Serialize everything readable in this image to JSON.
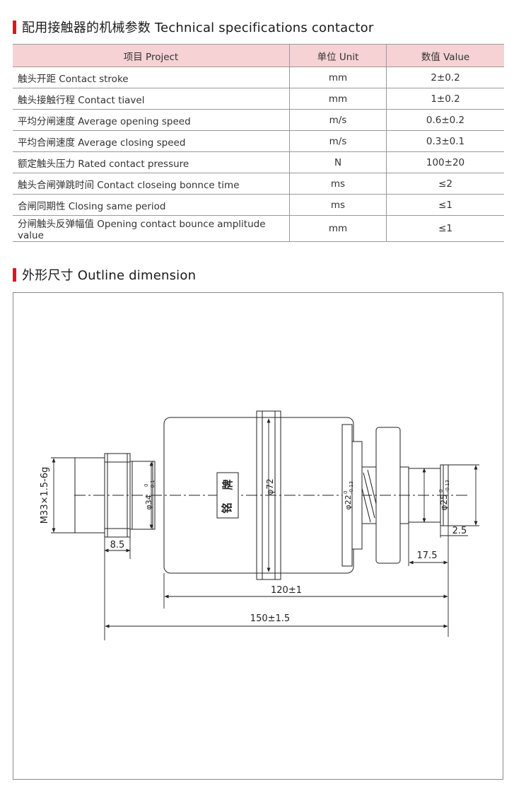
{
  "spec_section": {
    "title": "配用接触器的机械参数 Technical specifications contactor"
  },
  "table": {
    "headers": [
      "项目 Project",
      "单位 Unit",
      "数值 Value"
    ],
    "rows": [
      {
        "name": "触头开距 Contact stroke",
        "unit": "mm",
        "value": "2±0.2"
      },
      {
        "name": "触头接触行程 Contact tiavel",
        "unit": "mm",
        "value": "1±0.2"
      },
      {
        "name": "平均分闸速度 Average opening speed",
        "unit": "m/s",
        "value": "0.6±0.2"
      },
      {
        "name": "平均合闸速度 Average closing speed",
        "unit": "m/s",
        "value": "0.3±0.1"
      },
      {
        "name": "额定触头压力 Rated contact pressure",
        "unit": "N",
        "value": "100±20"
      },
      {
        "name": "触头合闸弹跳时间 Contact closeing bonnce time",
        "unit": "ms",
        "value": "≤2"
      },
      {
        "name": "合闸同期性 Closing same period",
        "unit": "ms",
        "value": "≤1"
      },
      {
        "name": "分闸触头反弹幅值 Opening contact bounce amplitude value",
        "unit": "mm",
        "value": "≤1"
      }
    ]
  },
  "outline_section": {
    "title": "外形尺寸 Outline dimension"
  },
  "drawing": {
    "thread_label": "M33×1.5-6g",
    "dim_8_5": "8.5",
    "d34_main": "φ34",
    "d34_tol_upper": "0",
    "d34_tol_lower": "-0.1",
    "nameplate_char1": "铭",
    "nameplate_char2": "牌",
    "d72": "φ72",
    "d22_main": "φ22",
    "d22_tol_upper": "0",
    "d22_tol_lower": "-0.13",
    "d25_main": "φ25",
    "d25_tol_upper": "0",
    "d25_tol_lower": "-0.13",
    "dim_2_5": "2.5",
    "dim_17_5": "17.5",
    "dim_120": "120±1",
    "dim_150": "150±1.5"
  },
  "colors": {
    "accent": "#d9191e",
    "header_bg": "#f6d2d4"
  }
}
